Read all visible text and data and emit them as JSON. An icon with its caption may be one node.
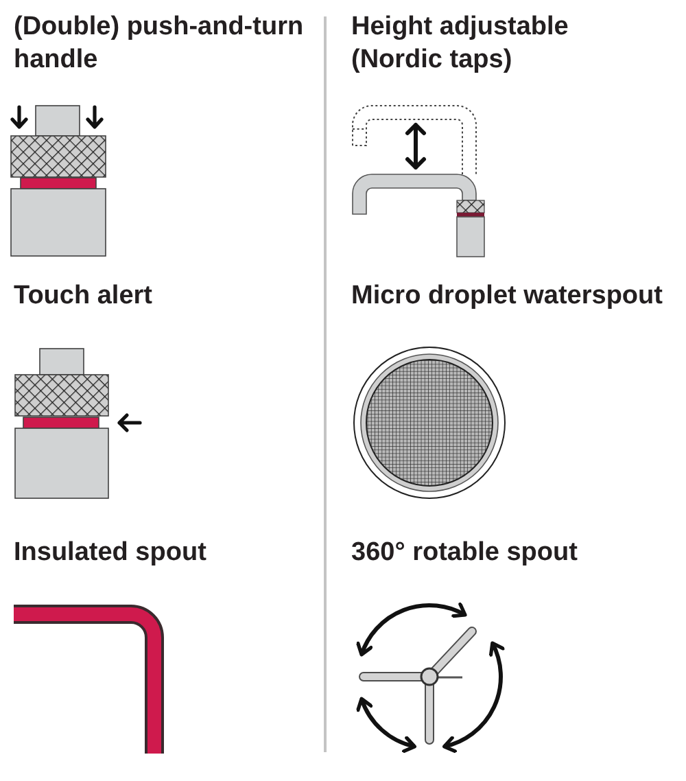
{
  "diagram": {
    "labels": [
      "(Double) push-and-turn handle",
      "Height adjustable (Nordic taps)",
      "Touch alert",
      "Micro droplet waterspout",
      "Insulated spout",
      "360° rotable spout"
    ]
  }
}
